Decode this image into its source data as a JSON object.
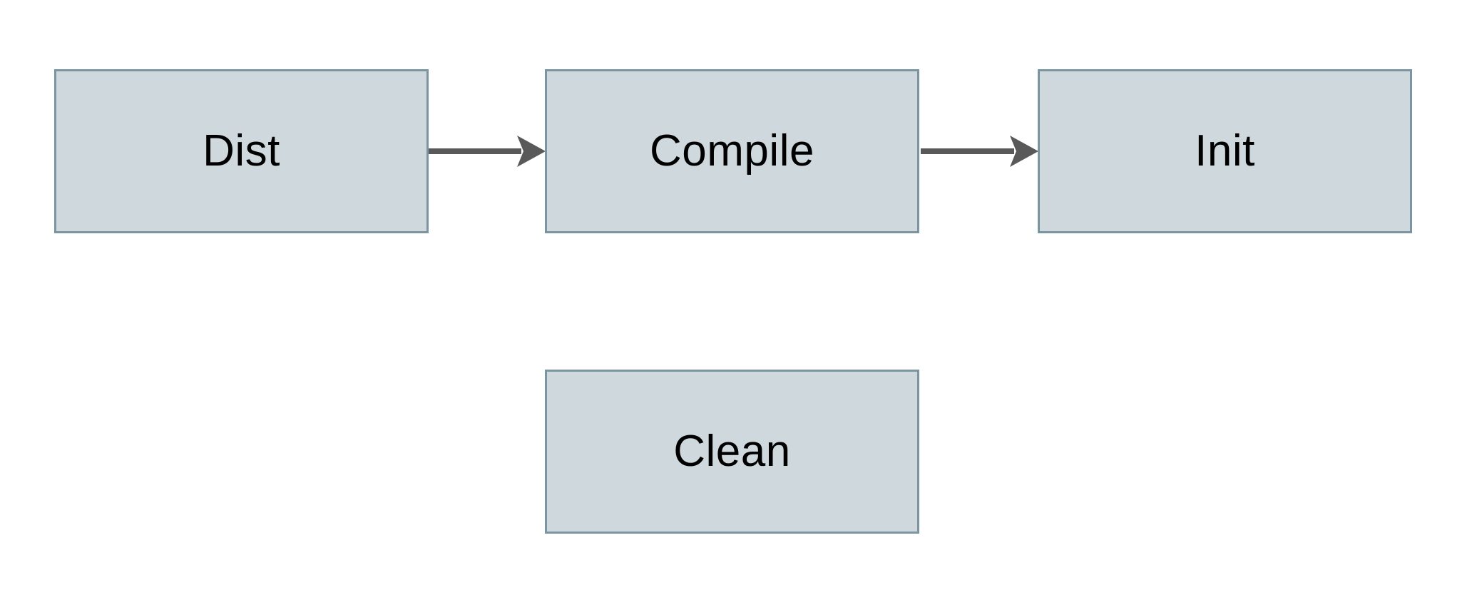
{
  "diagram": {
    "type": "flowchart",
    "nodes": [
      {
        "id": "dist",
        "label": "Dist"
      },
      {
        "id": "compile",
        "label": "Compile"
      },
      {
        "id": "init",
        "label": "Init"
      },
      {
        "id": "clean",
        "label": "Clean"
      }
    ],
    "edges": [
      {
        "from": "dist",
        "to": "compile",
        "style": "solid-arrow"
      },
      {
        "from": "compile",
        "to": "init",
        "style": "solid-arrow"
      }
    ],
    "colors": {
      "node_fill": "#cfd8dc",
      "node_border": "#7b95a1",
      "arrow": "#595959",
      "text": "#000000",
      "background": "#ffffff"
    }
  }
}
